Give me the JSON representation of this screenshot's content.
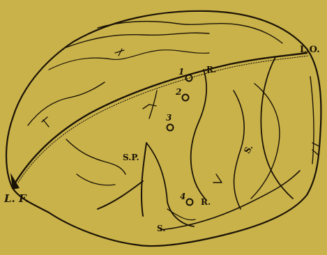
{
  "background_color": "#c9b24a",
  "ink_color": "#1a1206",
  "labels": {
    "rolando_upper": "R.",
    "rolando_lower": "R.",
    "occipital": "L.O.",
    "parallel_upper": "S.",
    "parallel_lower": "S.",
    "sylvian_point": "S.P.",
    "frontal": "L. F."
  },
  "points": [
    "1",
    "2",
    "3",
    "4"
  ]
}
